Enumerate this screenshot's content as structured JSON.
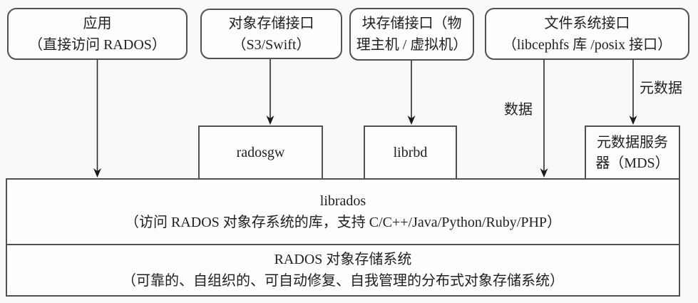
{
  "diagram": {
    "top_boxes": [
      {
        "line1": "应用",
        "line2": "（直接访问 RADOS）"
      },
      {
        "line1": "对象存储接口",
        "line2": "（S3/Swift）"
      },
      {
        "line1": "块存储接口（物",
        "line2": "理主机 / 虚拟机）"
      },
      {
        "line1": "文件系统接口",
        "line2": "（libcephfs 库 /posix 接口）"
      }
    ],
    "mid_boxes": {
      "radosgw": "radosgw",
      "librbd": "librbd",
      "mds_line1": "元数据服务",
      "mds_line2": "器（MDS）"
    },
    "edge_labels": {
      "data": "数据",
      "metadata": "元数据"
    },
    "librados_layer": {
      "title": "librados",
      "desc": "（访问 RADOS 对象存系统的库，支持 C/C++/Java/Python/Ruby/PHP）"
    },
    "rados_layer": {
      "title": "RADOS 对象存储系统",
      "desc": "（可靠的、自组织的、可自动修复、自我管理的分布式对象存储系统）"
    }
  },
  "colors": {
    "border": "#505156",
    "text": "#1f1f1f",
    "arrow": "#2b2b2b",
    "background": "#faf9f8",
    "box_fill": "#fdfdfc"
  }
}
